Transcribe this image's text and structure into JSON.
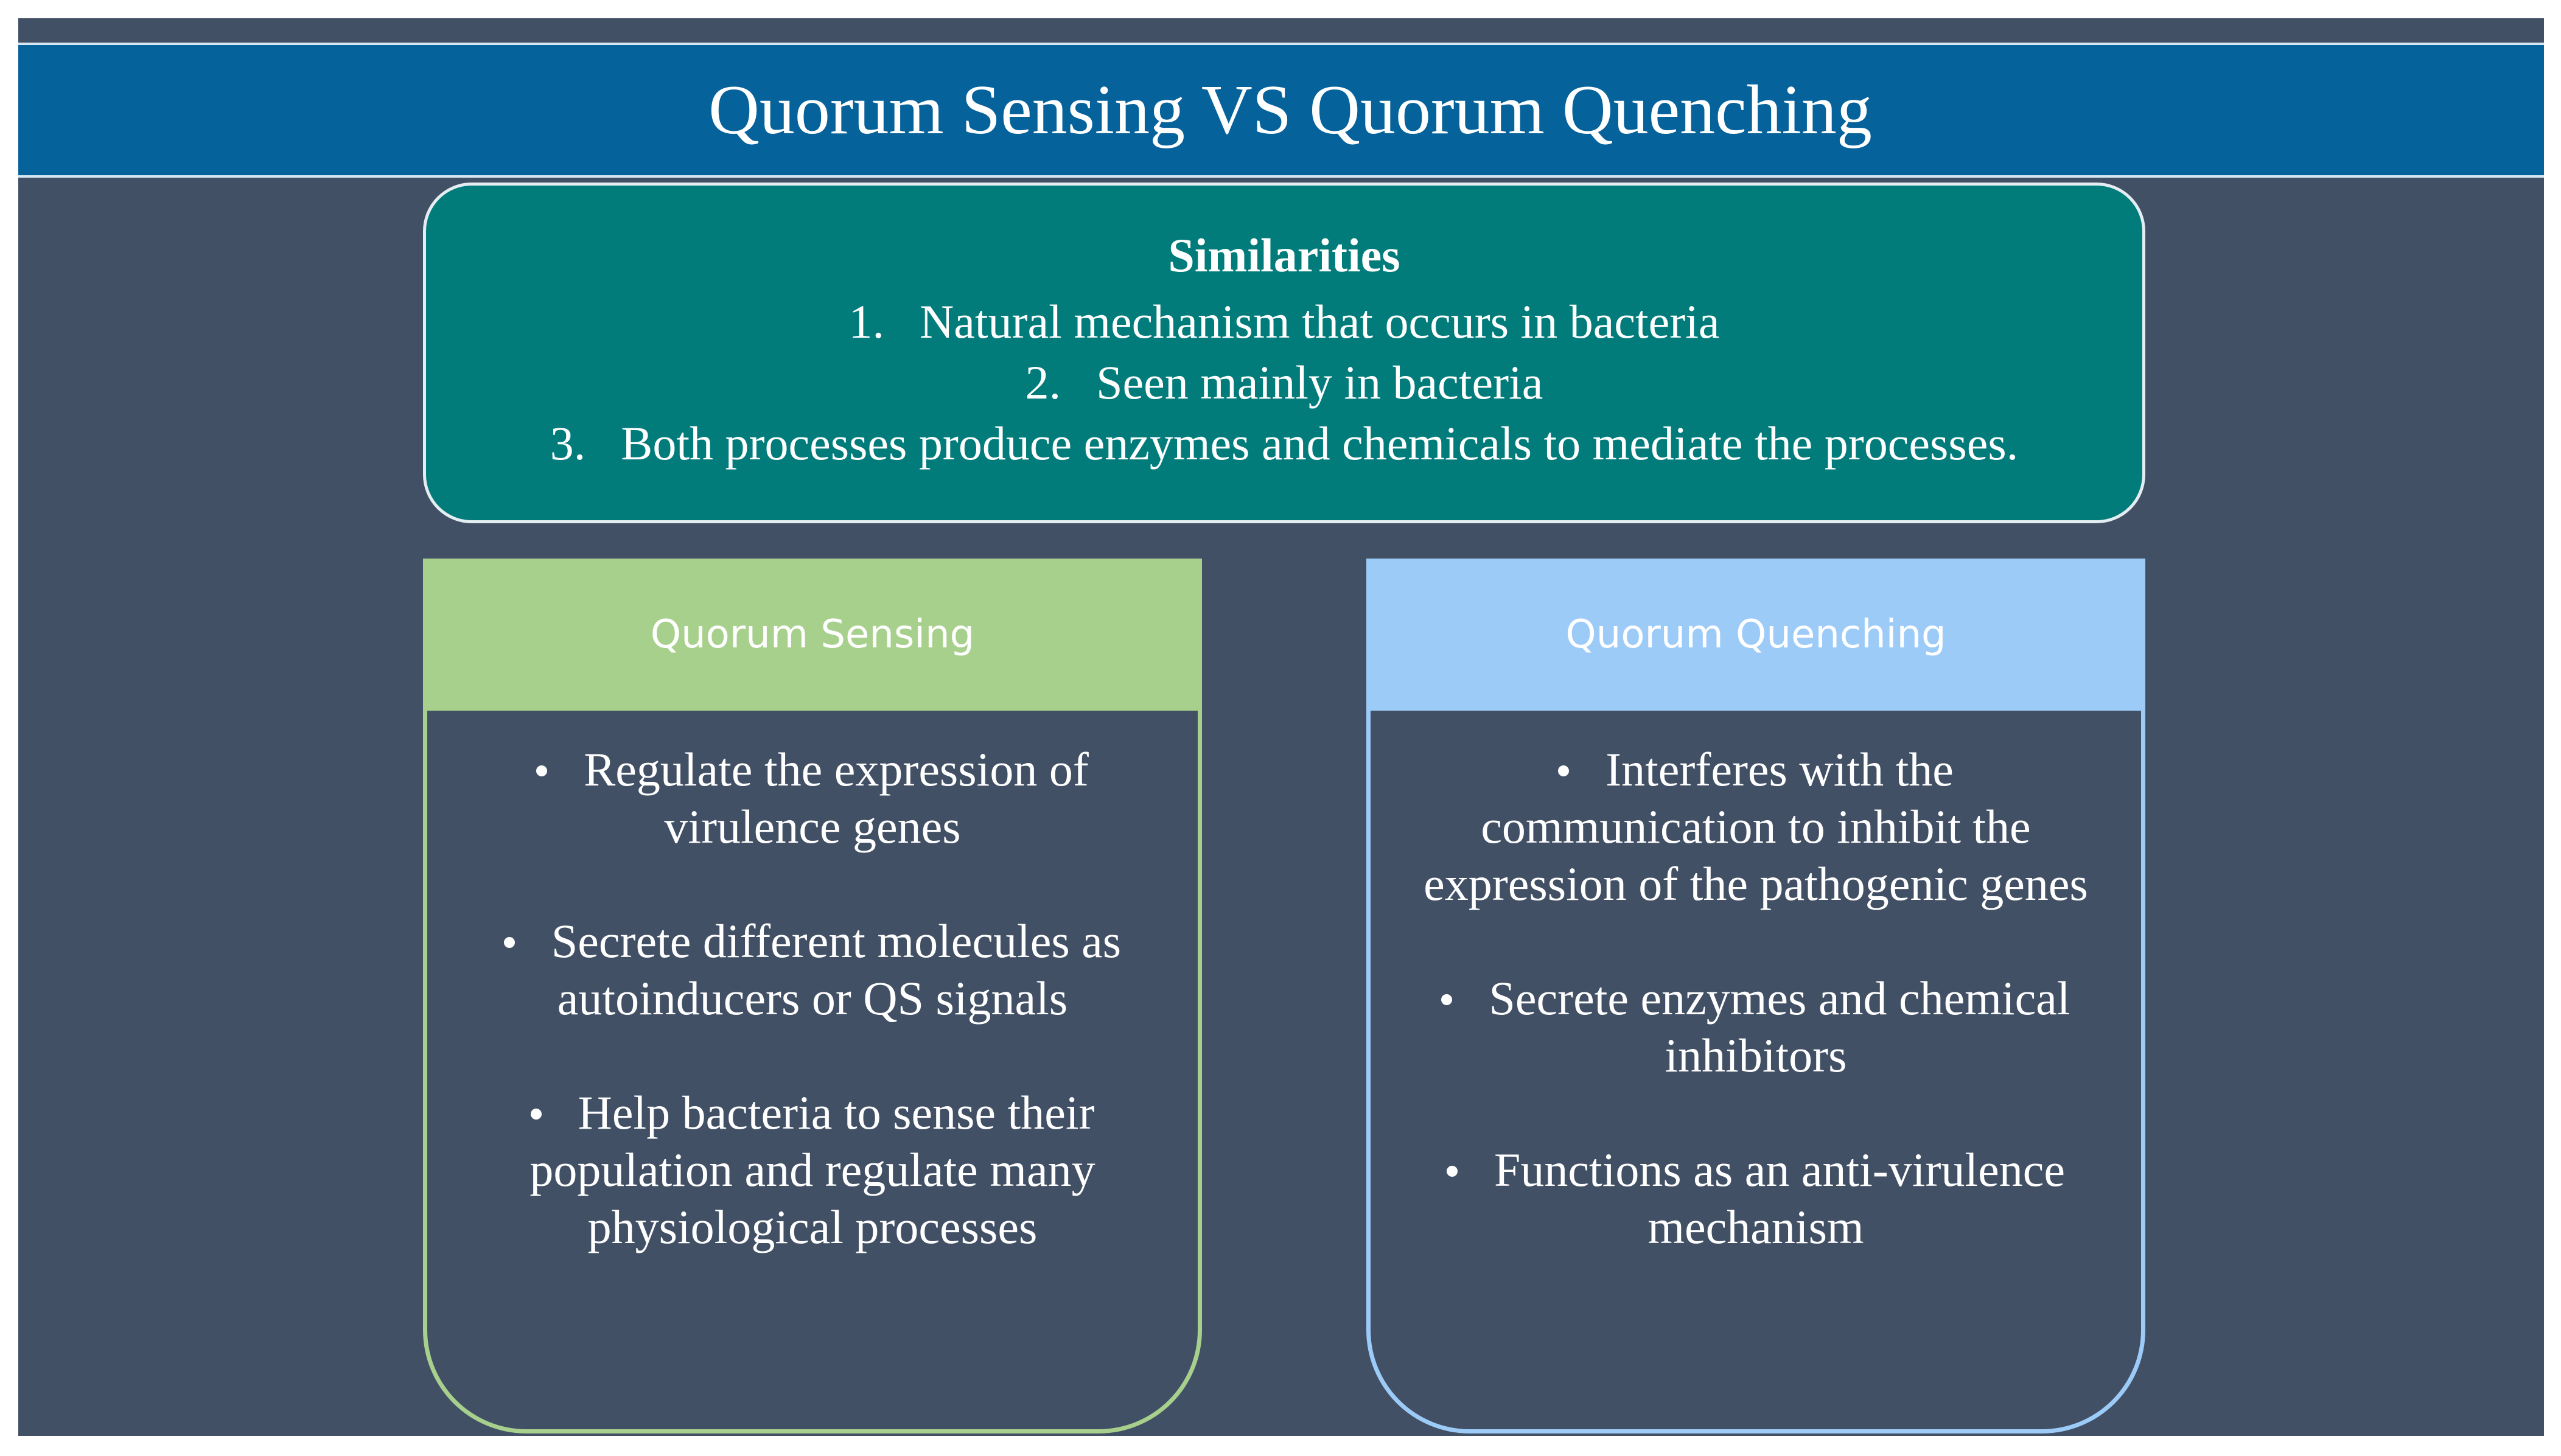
{
  "title": "Quorum Sensing VS Quorum Quenching",
  "similarities": {
    "heading": "Similarities",
    "items": [
      {
        "num": "1.",
        "text": "Natural mechanism that occurs in bacteria"
      },
      {
        "num": "2.",
        "text": "Seen mainly in bacteria"
      },
      {
        "num": "3.",
        "text": "Both processes produce enzymes and chemicals to mediate the processes."
      }
    ]
  },
  "quorum_sensing": {
    "header": "Quorum Sensing",
    "bullets": [
      "Regulate the expression of virulence genes",
      "Secrete different molecules as autoinducers or QS signals",
      "Help bacteria to sense their population and regulate many physiological processes"
    ]
  },
  "quorum_quenching": {
    "header": "Quorum Quenching",
    "bullets": [
      "Interferes with the communication to inhibit the expression of the pathogenic genes",
      "Secrete enzymes and chemical inhibitors",
      "Functions as an anti-virulence mechanism"
    ]
  },
  "colors": {
    "slide_background": "#425065",
    "title_band": "#06629a",
    "similarities_box": "#027b7b",
    "quorum_sensing_accent": "#a8d08d",
    "quorum_quenching_accent": "#9dcbf8",
    "text": "#ffffff"
  }
}
